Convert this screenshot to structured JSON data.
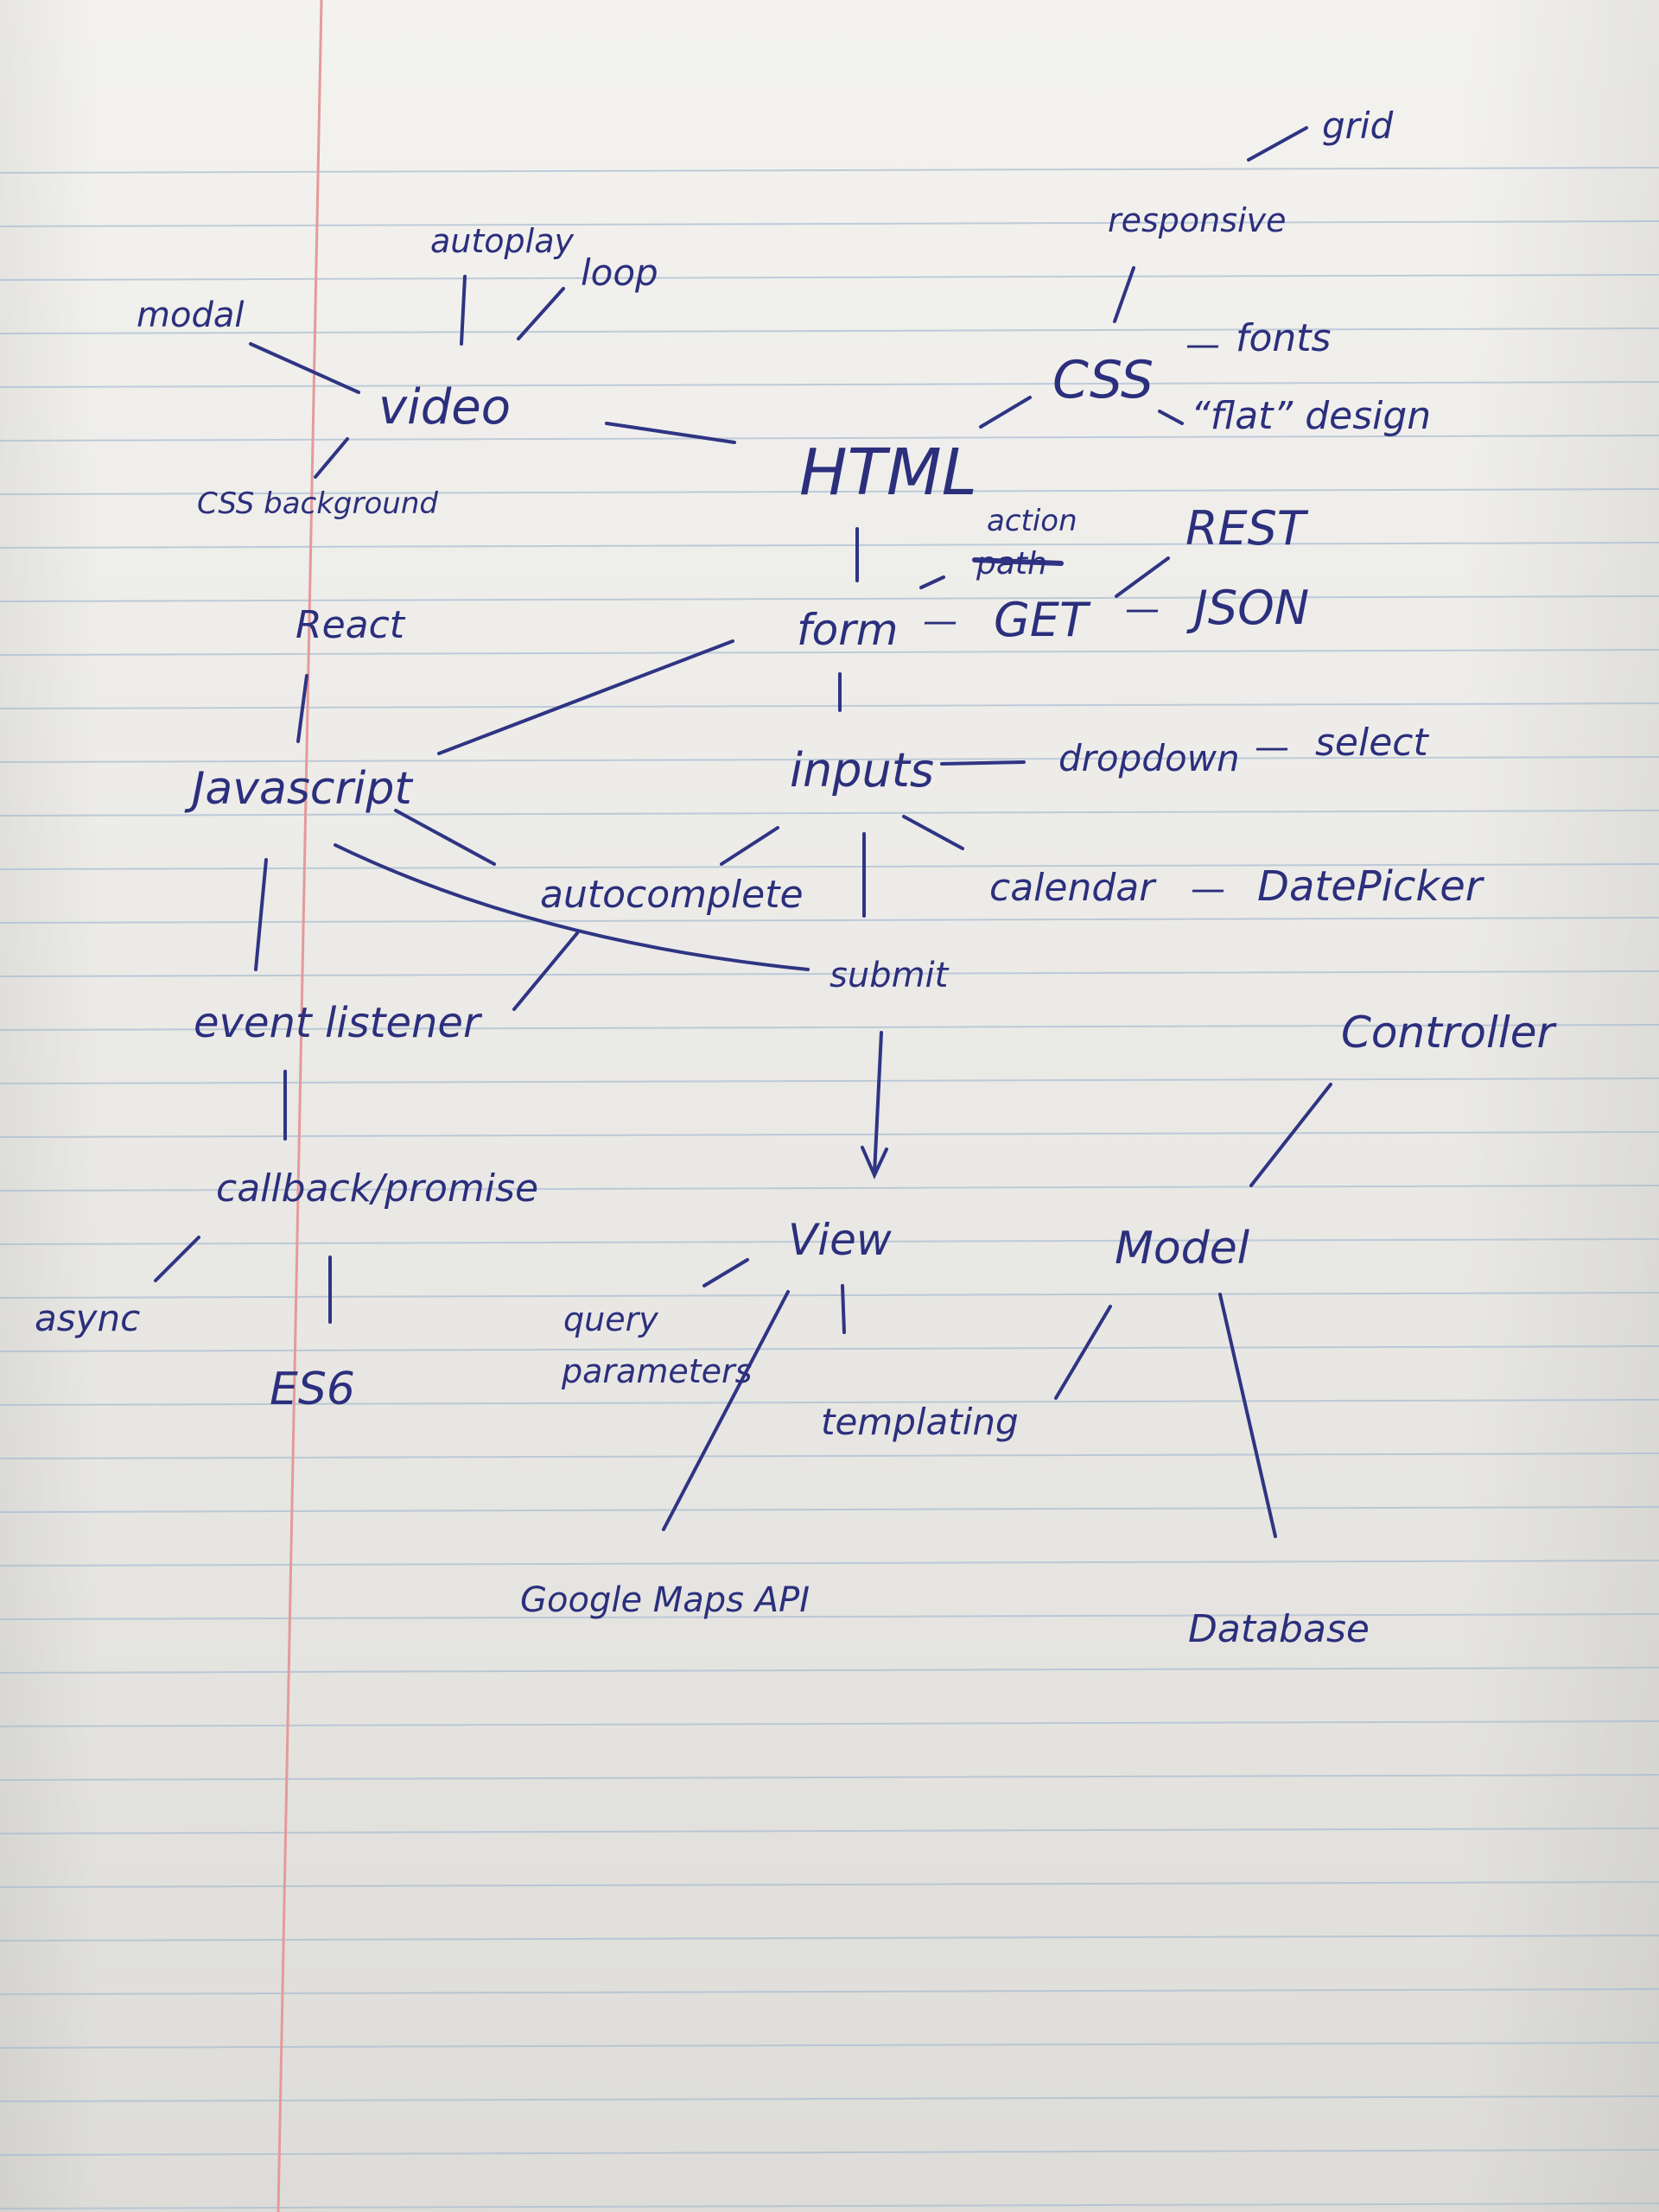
{
  "diagram": {
    "nodes": {
      "html": "HTML",
      "css": "CSS",
      "fonts": "fonts",
      "flat_design": "“flat” design",
      "responsive": "responsive",
      "grid": "grid",
      "video": "video",
      "autoplay": "autoplay",
      "loop": "loop",
      "modal": "modal",
      "css_background": "CSS background",
      "form": "form",
      "get": "GET",
      "path_struck": "path",
      "action": "action",
      "rest": "REST",
      "json": "JSON",
      "react": "React",
      "javascript": "Javascript",
      "inputs": "inputs",
      "dropdown": "dropdown",
      "select": "select",
      "calendar": "calendar",
      "datepicker": "DatePicker",
      "autocomplete": "autocomplete",
      "submit": "submit",
      "event_listener": "event listener",
      "callback_promise": "callback/promise",
      "async": "async",
      "es6": "ES6",
      "view": "View",
      "query_parameters_1": "query",
      "query_parameters_2": "parameters",
      "templating": "templating",
      "google_maps_api": "Google Maps API",
      "controller": "Controller",
      "model": "Model",
      "database": "Database"
    },
    "connector_dashes": [
      "—",
      "—",
      "—",
      "—",
      "—",
      "—",
      "—"
    ]
  },
  "colors": {
    "ink": "#2b2f7c",
    "rule_line": "#a9bcd0",
    "margin_line": "#e59a9a",
    "paper": "#ecebe8"
  }
}
